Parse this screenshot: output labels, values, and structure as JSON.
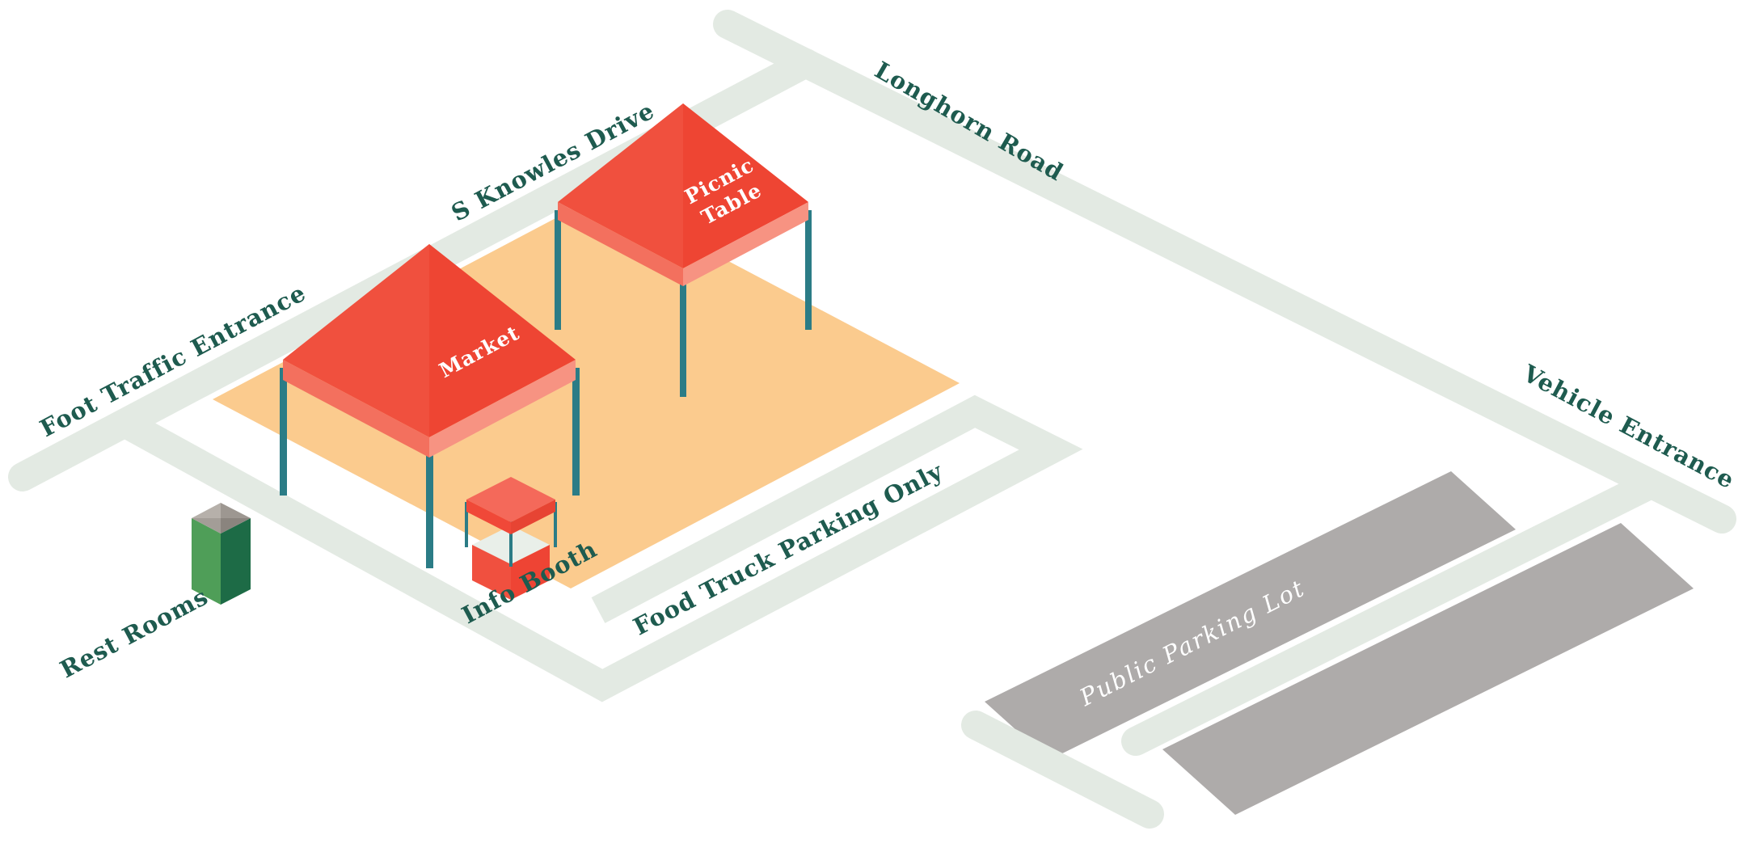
{
  "title": "Isometric market event site map",
  "colors": {
    "background": "#ffffff",
    "road": "#e3eae3",
    "ground_orange": "#fbcb8e",
    "parking_gray": "#aeabaa",
    "label_green": "#1e5b4f",
    "white": "#ffffff",
    "pole_teal": "#2b7c86",
    "tent_back": "#f5806f",
    "tent_front_left": "#f0503e",
    "tent_front_right": "#ee4533",
    "tent_skirt_left": "#f3705e",
    "tent_skirt_right": "#f79382",
    "booth_roof": "#f4695a",
    "booth_skirt_left": "#f04838",
    "booth_skirt_right": "#e74433",
    "booth_counter": "#e9efe9",
    "booth_base_left": "#f0503f",
    "booth_base_right": "#ee4434",
    "restroom_green_light": "#4f9e58",
    "restroom_green_dark": "#1d6b46",
    "restroom_top_1": "#b6b0aa",
    "restroom_top_2": "#9d9791",
    "restroom_top_3": "#8a847e",
    "restroom_top_4": "#a39d97"
  },
  "roads": {
    "longhorn": {
      "label": "Longhorn Road"
    },
    "s_knowles": {
      "label": "S Knowles Drive"
    },
    "foot_traffic": {
      "label": "Foot Traffic Entrance"
    },
    "vehicle": {
      "label": "Vehicle Entrance"
    },
    "food_truck": {
      "label": "Food Truck Parking Only"
    }
  },
  "areas": {
    "market_ground": {
      "description": "orange event ground"
    },
    "parking_lot": {
      "label": "Public Parking Lot"
    }
  },
  "structures": {
    "market_tent": {
      "label": "Market"
    },
    "picnic_tent": {
      "label_line1": "Picnic",
      "label_line2": "Table"
    },
    "info_booth": {
      "label": "Info Booth"
    },
    "rest_rooms": {
      "label": "Rest Rooms"
    }
  }
}
